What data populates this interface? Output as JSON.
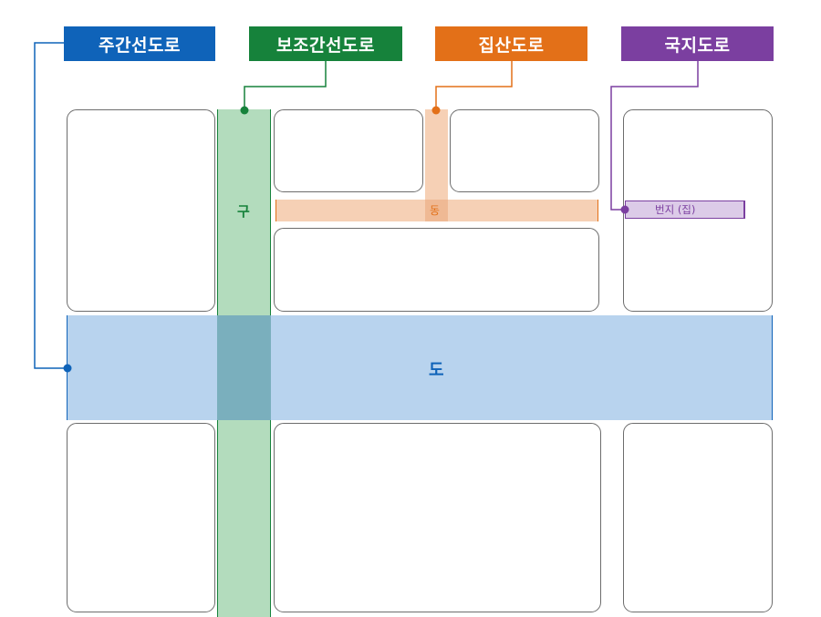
{
  "legend": {
    "arterial": "주간선도로",
    "sub_arterial": "보조간선도로",
    "collector": "집산도로",
    "local": "국지도로"
  },
  "roads": {
    "do": "도",
    "gu": "구",
    "dong": "동",
    "beonji": "번지 (집)"
  },
  "colors": {
    "arterial": "#0f63b9",
    "arterial_fill": "#b8d3ee",
    "sub_arterial": "#16823b",
    "sub_arterial_fill": "#b3dcbd",
    "collector": "#e37018",
    "collector_fill": "#f6d0b5",
    "local": "#7b3fa0",
    "local_fill": "#dccbe8",
    "block_border": "#6d6d6d"
  }
}
